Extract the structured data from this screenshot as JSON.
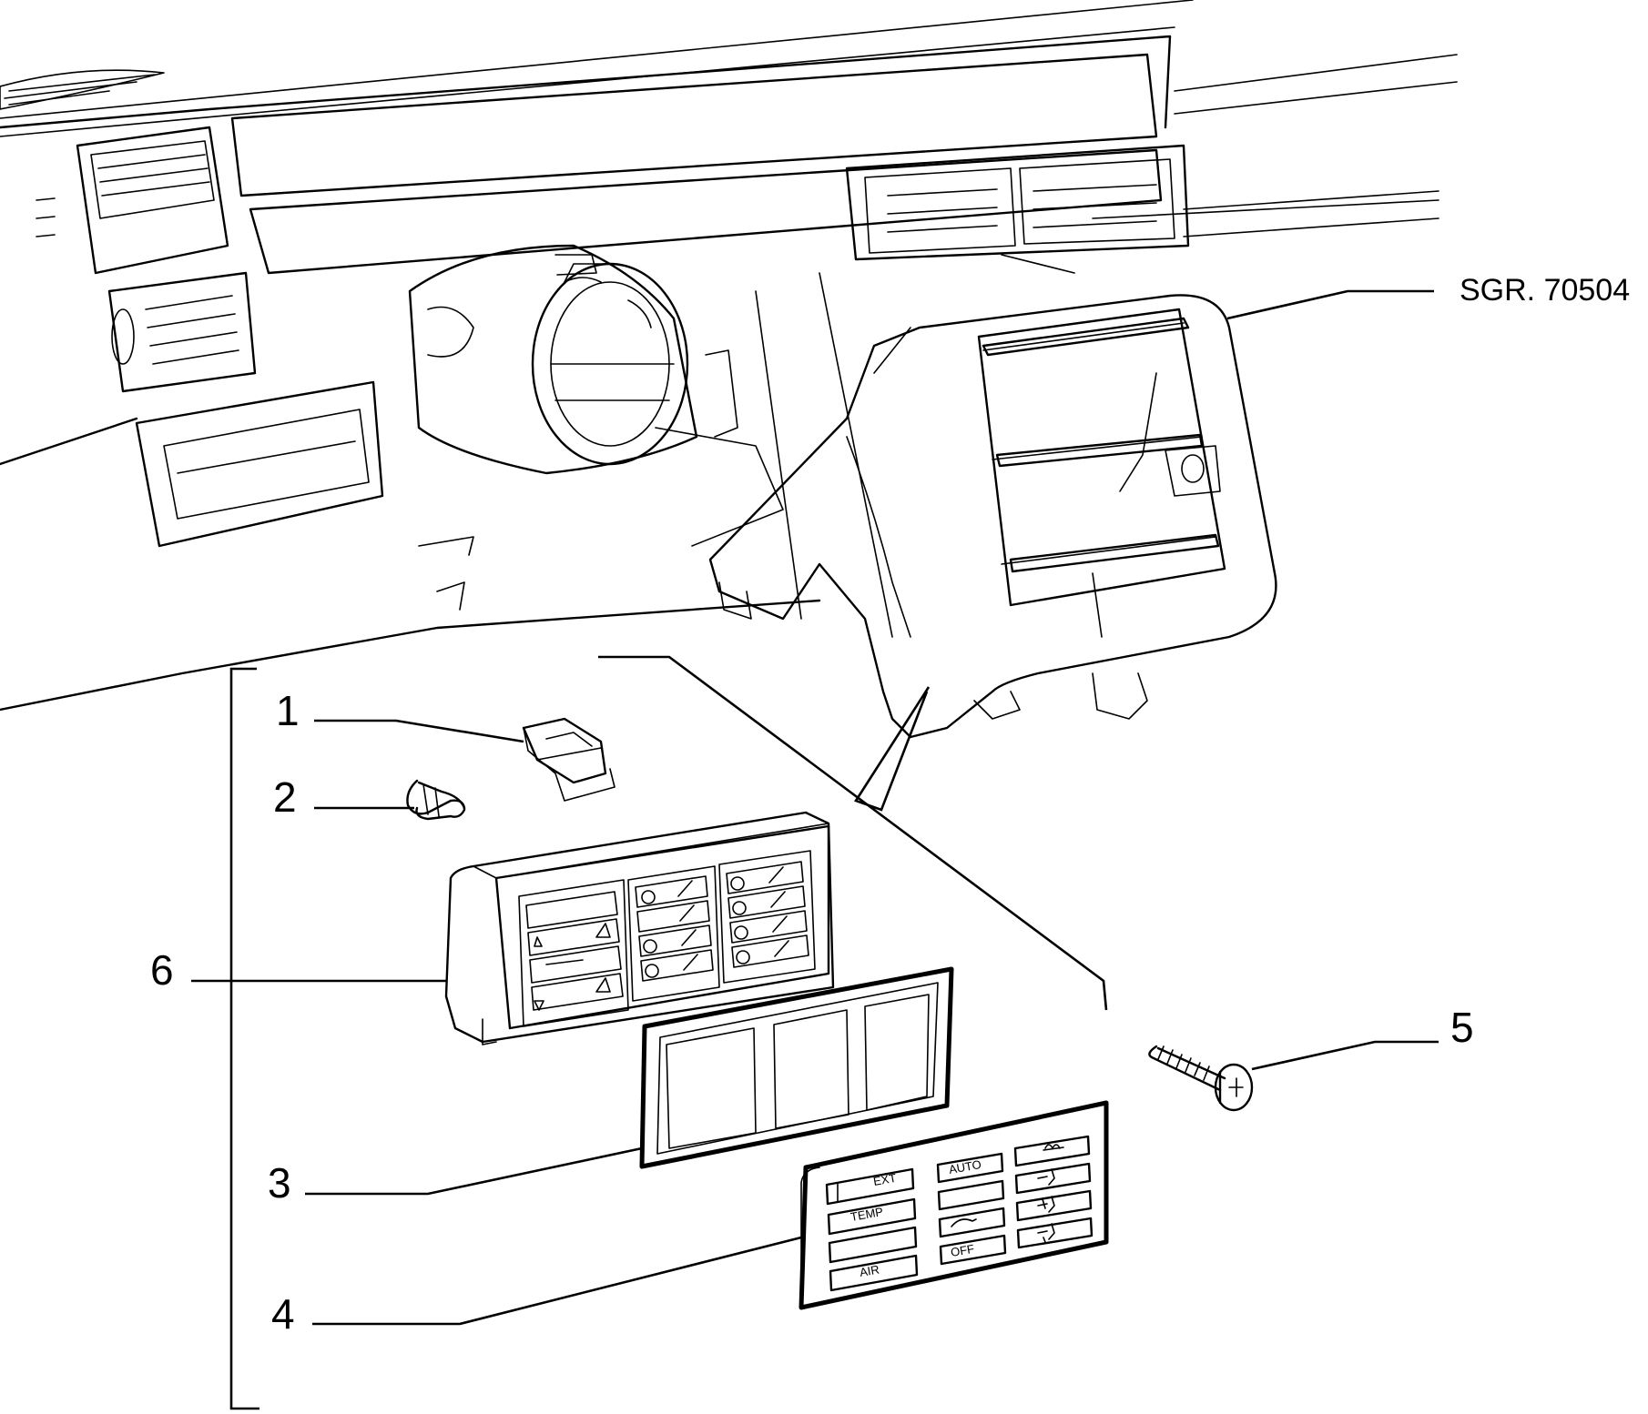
{
  "diagram": {
    "reference": "SGR. 70504",
    "callouts": [
      {
        "id": "1",
        "label": "1"
      },
      {
        "id": "2",
        "label": "2"
      },
      {
        "id": "3",
        "label": "3"
      },
      {
        "id": "4",
        "label": "4"
      },
      {
        "id": "5",
        "label": "5"
      },
      {
        "id": "6",
        "label": "6"
      }
    ],
    "panel_buttons": {
      "ext": "EXT",
      "temp": "TEMP",
      "air": "AIR",
      "auto": "AUTO",
      "off": "OFF"
    }
  }
}
